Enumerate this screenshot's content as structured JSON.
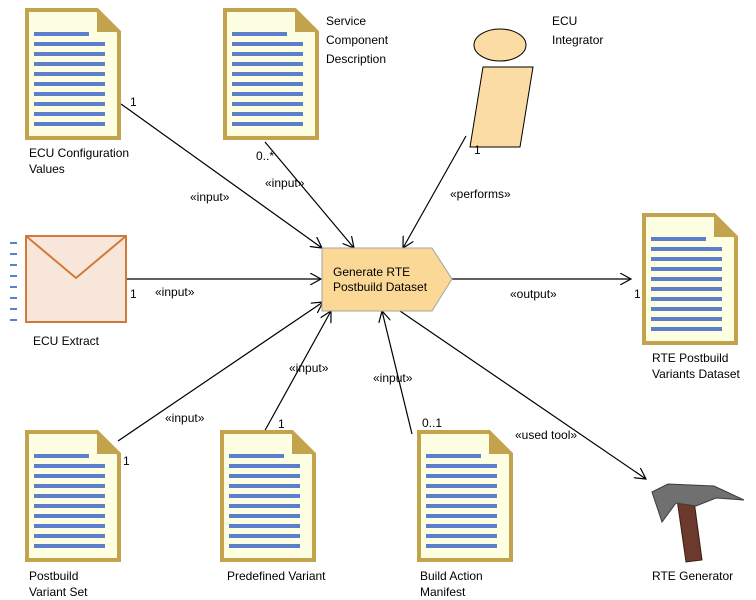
{
  "colors": {
    "doc_fill": "#FEFEE2",
    "doc_border": "#C4A34F",
    "doc_lines": "#5C7FCB",
    "task_fill": "#FBD896",
    "envelope_fill": "#F9E6DA",
    "envelope_border": "#D07A3A",
    "person_fill": "#FBDCA4"
  },
  "task": {
    "line1": "Generate RTE",
    "line2": "Postbuild Dataset"
  },
  "nodes": {
    "ecu_config": {
      "line1": "ECU Configuration",
      "line2": "Values"
    },
    "service_comp": {
      "line1": "Service",
      "line2": "Component",
      "line3": "Description"
    },
    "ecu_integrator": {
      "line1": "ECU",
      "line2": "Integrator"
    },
    "ecu_extract": {
      "label": "ECU Extract"
    },
    "rte_postbuild": {
      "line1": "RTE Postbuild",
      "line2": "Variants Dataset"
    },
    "postbuild_variant": {
      "line1": "Postbuild",
      "line2": "Variant Set"
    },
    "predefined_variant": {
      "label": "Predefined Variant"
    },
    "build_action": {
      "line1": "Build Action",
      "line2": "Manifest"
    },
    "rte_generator": {
      "label": "RTE Generator"
    }
  },
  "edges": {
    "ecu_config": {
      "stereo": "«input»",
      "mult": "1"
    },
    "service_comp": {
      "stereo": "«input»",
      "mult": "0..*"
    },
    "ecu_integrator": {
      "stereo": "«performs»",
      "mult": "1"
    },
    "ecu_extract": {
      "stereo": "«input»",
      "mult": "1"
    },
    "rte_postbuild": {
      "stereo": "«output»",
      "mult": "1"
    },
    "postbuild_variant": {
      "stereo": "«input»",
      "mult": "1"
    },
    "predefined_variant": {
      "stereo": "«input»",
      "mult": "1"
    },
    "build_action": {
      "stereo": "«input»",
      "mult": "0..1"
    },
    "rte_generator": {
      "stereo": "«used tool»"
    }
  }
}
